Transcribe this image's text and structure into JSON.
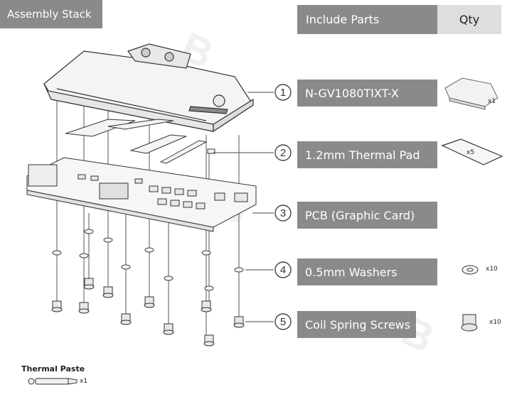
{
  "header": {
    "assembly_stack": "Assembly Stack",
    "include_parts": "Include Parts",
    "qty": "Qty"
  },
  "parts": [
    {
      "number": "1",
      "name": "N-GV1080TIXT-X",
      "qty": "x1"
    },
    {
      "number": "2",
      "name": "1.2mm Thermal Pad",
      "qty": "x5"
    },
    {
      "number": "3",
      "name": "PCB (Graphic Card)",
      "qty": ""
    },
    {
      "number": "4",
      "name": "0.5mm Washers",
      "qty": "x10"
    },
    {
      "number": "5",
      "name": "Coil Spring Screws",
      "qty": "x10"
    }
  ],
  "thermal_paste": {
    "label": "Thermal Paste",
    "qty": "x1"
  },
  "watermark": "BYKSKI.US",
  "colors": {
    "label_bg": "#8a8a8a",
    "qty_bg": "#dedede",
    "line": "#333333"
  }
}
